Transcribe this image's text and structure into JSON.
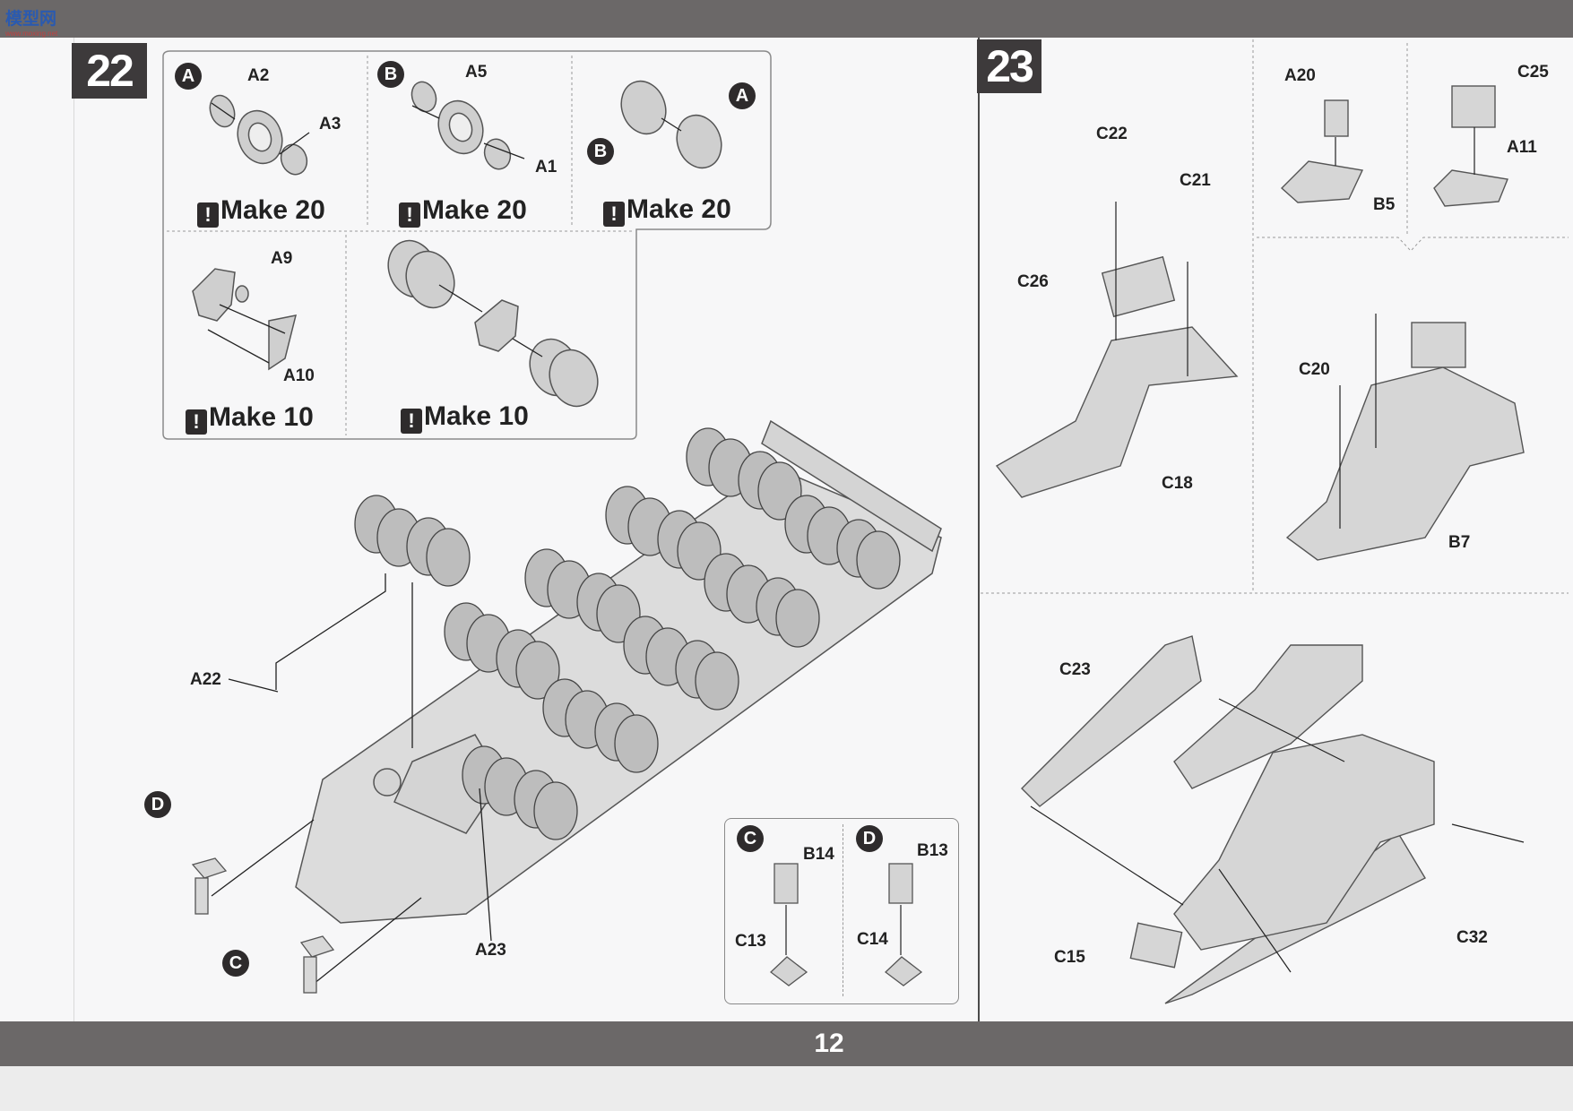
{
  "header": {
    "logo_text": "模型网",
    "logo_sub": "www.moxing.net"
  },
  "page_number": "12",
  "step22": {
    "number": "22",
    "subs": [
      {
        "badge": "A",
        "parts": [
          "A2",
          "A3"
        ],
        "make": "Make 20"
      },
      {
        "badge": "B",
        "parts": [
          "A5",
          "A1"
        ],
        "make": "Make 20"
      },
      {
        "badges": [
          "A",
          "B"
        ],
        "make": "Make 20"
      },
      {
        "parts": [
          "A9",
          "A10"
        ],
        "make": "Make 10"
      },
      {
        "make": "Make 10"
      }
    ],
    "main_labels": [
      "A22",
      "A23"
    ],
    "callouts": [
      "D",
      "C"
    ],
    "inset": {
      "C": {
        "badge": "C",
        "parts": [
          "B14",
          "C13"
        ]
      },
      "D": {
        "badge": "D",
        "parts": [
          "B13",
          "C14"
        ]
      }
    }
  },
  "step23": {
    "number": "23",
    "labels": {
      "a": [
        "C22",
        "C21",
        "C26",
        "C18"
      ],
      "b": [
        "A20",
        "B5"
      ],
      "c": [
        "C25",
        "A11"
      ],
      "d": [
        "C20",
        "B7"
      ],
      "e": [
        "C23",
        "C15",
        "C32"
      ]
    }
  }
}
